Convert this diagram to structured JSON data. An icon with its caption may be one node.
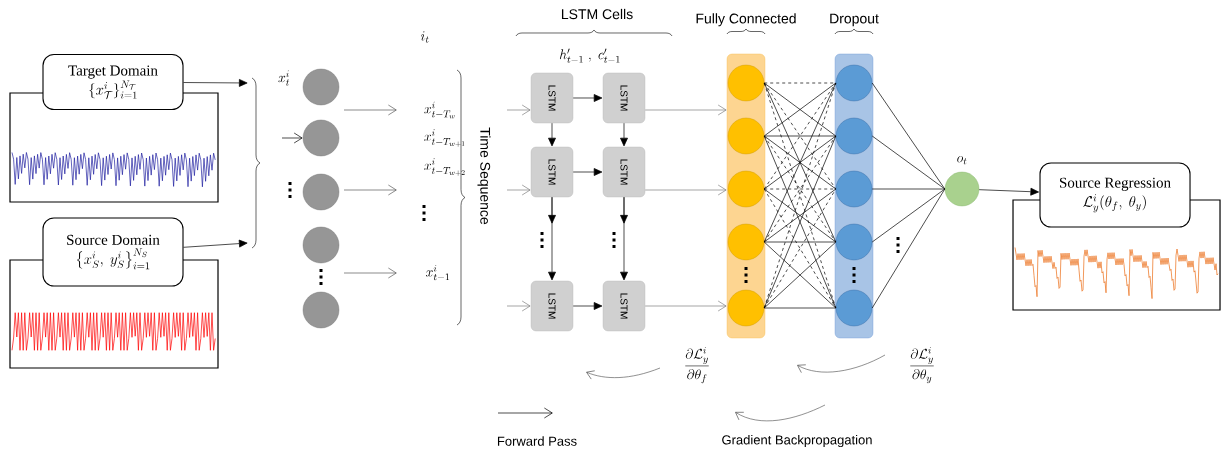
{
  "diagram": {
    "nodes": [
      {
        "text": [
          "Target Domain",
          "\\{x_{\\mathcal{T}}^{i}\\}_{i=1}^{N_{\\mathcal{T}}}"
        ]
      },
      {
        "text": [
          "Source Domain",
          "\\left\\{x_{S}^{i},\\ y_{S}^{i}\\right\\}_{i=1}^{N_S}"
        ]
      },
      {
        "text": [],
        "shape": "circle"
      },
      {
        "text": [],
        "shape": "circle"
      },
      {
        "text": [],
        "shape": "circle"
      },
      {
        "text": [],
        "shape": "circle"
      },
      {
        "text": [],
        "shape": "circle"
      },
      {
        "text": [
          "LSTM"
        ]
      },
      {
        "text": [
          "LSTM"
        ]
      },
      {
        "text": [
          "LSTM"
        ]
      },
      {
        "text": [
          "LSTM"
        ]
      },
      {
        "text": [
          "LSTM"
        ]
      },
      {
        "text": [
          "LSTM"
        ]
      },
      {
        "text": [
          "Fully Connected"
        ]
      },
      {
        "text": [],
        "shape": "circle",
        "in": 13
      },
      {
        "text": [],
        "shape": "circle",
        "in": 13
      },
      {
        "text": [],
        "shape": "circle",
        "in": 13
      },
      {
        "text": [],
        "shape": "circle",
        "in": 13
      },
      {
        "text": [],
        "shape": "circle",
        "in": 13
      },
      {
        "text": [
          "Dropout"
        ]
      },
      {
        "text": [],
        "shape": "circle",
        "in": 19
      },
      {
        "text": [],
        "shape": "circle",
        "in": 19
      },
      {
        "text": [],
        "shape": "circle",
        "in": 19
      },
      {
        "text": [],
        "shape": "circle",
        "in": 19
      },
      {
        "text": [],
        "shape": "circle",
        "in": 19
      },
      {
        "text": [
          "o_t"
        ]
      },
      {
        "text": [
          "Source Regression",
          "\\mathcal{L}_{y}^{i}(\\theta_f,\\ \\theta_y)"
        ]
      }
    ],
    "edges": [
      {
        "from": 0,
        "to": null,
        "arrow": "to"
      },
      {
        "from": 1,
        "to": null,
        "arrow": "to"
      },
      {
        "from": null,
        "to": 3,
        "arrow": "to"
      },
      {
        "from": null,
        "to": 7,
        "arrow": "to",
        "color": "#7f7f7f"
      },
      {
        "from": null,
        "to": 9,
        "arrow": "to",
        "color": "#7f7f7f"
      },
      {
        "from": null,
        "to": 11,
        "arrow": "to",
        "color": "#7f7f7f"
      },
      {
        "from": 7,
        "to": 8,
        "arrow": "to"
      },
      {
        "from": 9,
        "to": 10,
        "arrow": "to"
      },
      {
        "from": 11,
        "to": 12,
        "arrow": "to"
      },
      {
        "from": 7,
        "to": 9,
        "arrow": "to"
      },
      {
        "from": 8,
        "to": 10,
        "arrow": "to"
      },
      {
        "from": 9,
        "to": 11,
        "arrow": "to"
      },
      {
        "from": 10,
        "to": 12,
        "arrow": "to"
      },
      {
        "from": 8,
        "to": 13,
        "arrow": "to",
        "color": "#7f7f7f"
      },
      {
        "from": 10,
        "to": 13,
        "arrow": "to",
        "color": "#7f7f7f"
      },
      {
        "from": 12,
        "to": 13,
        "arrow": "to",
        "color": "#7f7f7f"
      },
      {
        "from": 14,
        "to": 20,
        "arrow": "none",
        "style": "dashed"
      },
      {
        "from": 14,
        "to": 21,
        "arrow": "none"
      },
      {
        "from": 14,
        "to": 22,
        "arrow": "none",
        "style": "dashed"
      },
      {
        "from": 14,
        "to": 23,
        "arrow": "none"
      },
      {
        "from": 14,
        "to": 24,
        "arrow": "none",
        "style": "dashed"
      },
      {
        "from": 15,
        "to": 20,
        "arrow": "none"
      },
      {
        "from": 15,
        "to": 21,
        "arrow": "none"
      },
      {
        "from": 15,
        "to": 22,
        "arrow": "none"
      },
      {
        "from": 15,
        "to": 23,
        "arrow": "none",
        "style": "dashed"
      },
      {
        "from": 15,
        "to": 24,
        "arrow": "none"
      },
      {
        "from": 16,
        "to": 20,
        "arrow": "none",
        "style": "dashed"
      },
      {
        "from": 16,
        "to": 21,
        "arrow": "none"
      },
      {
        "from": 16,
        "to": 22,
        "arrow": "none",
        "style": "dashed"
      },
      {
        "from": 16,
        "to": 23,
        "arrow": "none"
      },
      {
        "from": 16,
        "to": 24,
        "arrow": "none",
        "style": "dashed"
      },
      {
        "from": 17,
        "to": 20,
        "arrow": "none"
      },
      {
        "from": 17,
        "to": 21,
        "arrow": "none",
        "style": "dashed"
      },
      {
        "from": 17,
        "to": 22,
        "arrow": "none"
      },
      {
        "from": 17,
        "to": 23,
        "arrow": "none"
      },
      {
        "from": 17,
        "to": 24,
        "arrow": "none"
      },
      {
        "from": 18,
        "to": 20,
        "arrow": "none",
        "style": "dashed"
      },
      {
        "from": 18,
        "to": 21,
        "arrow": "none"
      },
      {
        "from": 18,
        "to": 22,
        "arrow": "none",
        "style": "dashed"
      },
      {
        "from": 18,
        "to": 23,
        "arrow": "none"
      },
      {
        "from": 18,
        "to": 24,
        "arrow": "none"
      },
      {
        "from": 20,
        "to": 25,
        "arrow": "none"
      },
      {
        "from": 21,
        "to": 25,
        "arrow": "none"
      },
      {
        "from": 22,
        "to": 25,
        "arrow": "none"
      },
      {
        "from": 23,
        "to": 25,
        "arrow": "none"
      },
      {
        "from": 24,
        "to": 25,
        "arrow": "none"
      },
      {
        "from": 25,
        "to": 26,
        "arrow": "to"
      }
    ],
    "labels": [
      "x_t^i",
      "i_t",
      "LSTM Cells",
      "h'_{t-1}\\ ,\\ c'_{t-1}",
      "x_{t-T_w}^i",
      "x_{t-T_{w+1}}^i",
      "x_{t-T_{w+2}}^i",
      "x_{t-1}^i",
      "Time Sequence",
      "\\dfrac{\\partial\\mathcal{L}_y^i}{\\partial\\theta_f}",
      "\\dfrac{\\partial\\mathcal{L}_y^i}{\\partial\\theta_y}"
    ],
    "legend": [
      {
        "text": "Forward Pass"
      },
      {
        "text": "Gradient Backpropagation"
      }
    ]
  }
}
